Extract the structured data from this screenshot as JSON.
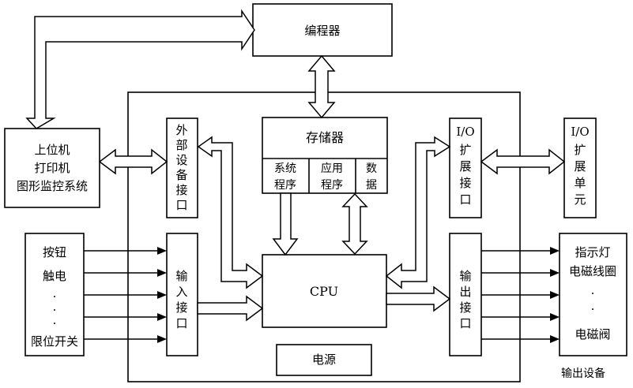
{
  "diagram": {
    "programmer": "编程器",
    "host": [
      "上位机",
      "打印机",
      "图形监控系统"
    ],
    "external_interface": [
      "外",
      "部",
      "设",
      "备",
      "接",
      "口"
    ],
    "memory": {
      "title": "存储器",
      "cells": {
        "system_program": [
          "系统",
          "程序"
        ],
        "app_program": [
          "应用",
          "程序"
        ],
        "data": [
          "数",
          "据"
        ]
      }
    },
    "io_ext_interface": [
      "I/O",
      "扩",
      "展",
      "接",
      "口"
    ],
    "io_ext_unit": [
      "I/O",
      "扩",
      "展",
      "单",
      "元"
    ],
    "input_devices": [
      "按钮",
      "触电",
      ".",
      ".",
      ".",
      "限位开关"
    ],
    "input_interface": [
      "输",
      "入",
      "接",
      "口"
    ],
    "cpu": "CPU",
    "output_interface": [
      "输",
      "出",
      "接",
      "口"
    ],
    "output_devices": [
      "指示灯",
      "电磁线圈",
      ".",
      ".",
      "电磁阀"
    ],
    "output_devices_caption": "输出设备",
    "power": "电源"
  }
}
